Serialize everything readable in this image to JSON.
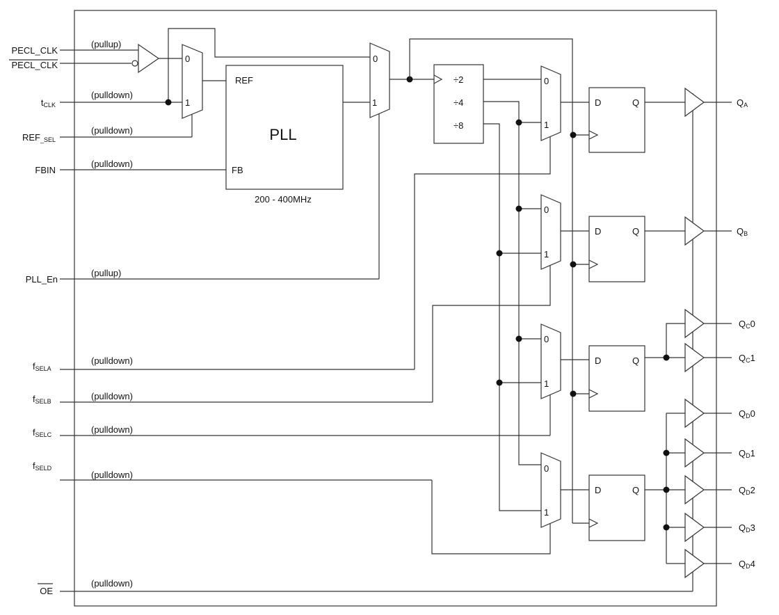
{
  "inputs": {
    "pecl_clk": "PECL_CLK",
    "pecl_clk_b": "PECL_CLK",
    "tclk": {
      "main": "t",
      "sub": "CLK"
    },
    "ref_sel": {
      "main": "REF",
      "sub": "_SEL"
    },
    "fbin": "FBIN",
    "pll_en": "PLL_En",
    "fsela": {
      "main": "f",
      "sub": "SELA"
    },
    "fselb": {
      "main": "f",
      "sub": "SELB"
    },
    "fselc": {
      "main": "f",
      "sub": "SELC"
    },
    "fseld": {
      "main": "f",
      "sub": "SELD"
    },
    "oe_b": "OE"
  },
  "pull": {
    "pecl_clk": "(pullup)",
    "tclk": "(pulldown)",
    "ref_sel": "(pulldown)",
    "fbin": "(pulldown)",
    "pll_en": "(pullup)",
    "fsela": "(pulldown)",
    "fselb": "(pulldown)",
    "fselc": "(pulldown)",
    "fseld": "(pulldown)",
    "oe": "(pulldown)"
  },
  "pll": {
    "name": "PLL",
    "ref": "REF",
    "fb": "FB",
    "range": "200 - 400MHz"
  },
  "mux": {
    "zero": "0",
    "one": "1"
  },
  "divider": {
    "d2": "÷2",
    "d4": "÷4",
    "d8": "÷8"
  },
  "ff": {
    "d": "D",
    "q": "Q"
  },
  "outputs": {
    "qa": {
      "main": "Q",
      "sub": "A"
    },
    "qb": {
      "main": "Q",
      "sub": "B"
    },
    "qc0": {
      "main": "Q",
      "sub": "C",
      "tail": "0"
    },
    "qc1": {
      "main": "Q",
      "sub": "C",
      "tail": "1"
    },
    "qd0": {
      "main": "Q",
      "sub": "D",
      "tail": "0"
    },
    "qd1": {
      "main": "Q",
      "sub": "D",
      "tail": "1"
    },
    "qd2": {
      "main": "Q",
      "sub": "D",
      "tail": "2"
    },
    "qd3": {
      "main": "Q",
      "sub": "D",
      "tail": "3"
    },
    "qd4": {
      "main": "Q",
      "sub": "D",
      "tail": "4"
    }
  }
}
